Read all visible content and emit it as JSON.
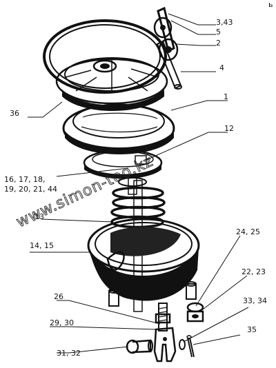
{
  "corner_mark": "ь",
  "watermark": "www.simon-too.kz",
  "callouts": [
    {
      "id": "c-3-43",
      "text": "3,43"
    },
    {
      "id": "c-5",
      "text": "5"
    },
    {
      "id": "c-2",
      "text": "2"
    },
    {
      "id": "c-4",
      "text": "4"
    },
    {
      "id": "c-1",
      "text": "1"
    },
    {
      "id": "c-36",
      "text": "36"
    },
    {
      "id": "c-12",
      "text": "12"
    },
    {
      "id": "c-16-18",
      "text": "16, 17, 18,"
    },
    {
      "id": "c-19-44",
      "text": "19, 20, 21, 44"
    },
    {
      "id": "c-13",
      "text": "13"
    },
    {
      "id": "c-14-15",
      "text": "14, 15"
    },
    {
      "id": "c-24-25",
      "text": "24, 25"
    },
    {
      "id": "c-22-23",
      "text": "22, 23"
    },
    {
      "id": "c-26",
      "text": "26"
    },
    {
      "id": "c-33-34",
      "text": "33, 34"
    },
    {
      "id": "c-35",
      "text": "35"
    },
    {
      "id": "c-29-30",
      "text": "29, 30"
    },
    {
      "id": "c-31-32",
      "text": "31, 32"
    }
  ]
}
